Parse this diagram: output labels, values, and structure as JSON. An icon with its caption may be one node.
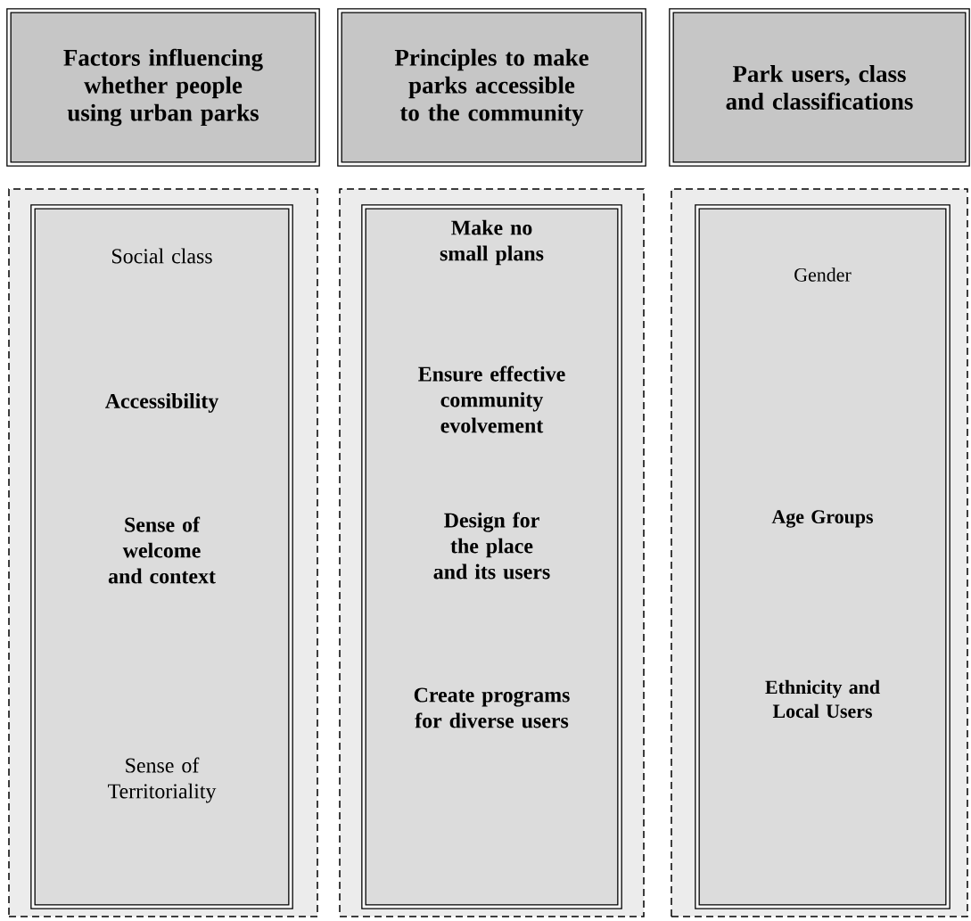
{
  "diagram": {
    "nodes": [
      {
        "text": [
          "Factors influencing whether people using urban parks"
        ]
      },
      {
        "text": [
          "Principles to make parks accessible to the community"
        ]
      },
      {
        "text": [
          "Park users, class and classifications"
        ]
      },
      {
        "text": [],
        "shape": "box"
      },
      {
        "text": [
          "Social class",
          "**Accessibility**",
          "**Sense of welcome and context**",
          "Sense of Territoriality"
        ],
        "in": 3
      },
      {
        "text": [],
        "shape": "box"
      },
      {
        "text": [
          "**Make no small plans**",
          "**Ensure effective community evolvement**",
          "**Design for the place and its users**",
          "**Create programs for diverse users**"
        ],
        "in": 5
      },
      {
        "text": [],
        "shape": "box"
      },
      {
        "text": [
          "Gender",
          "**Age Groups**",
          "**Ethnicity and Local Users**"
        ],
        "in": 7
      }
    ]
  }
}
